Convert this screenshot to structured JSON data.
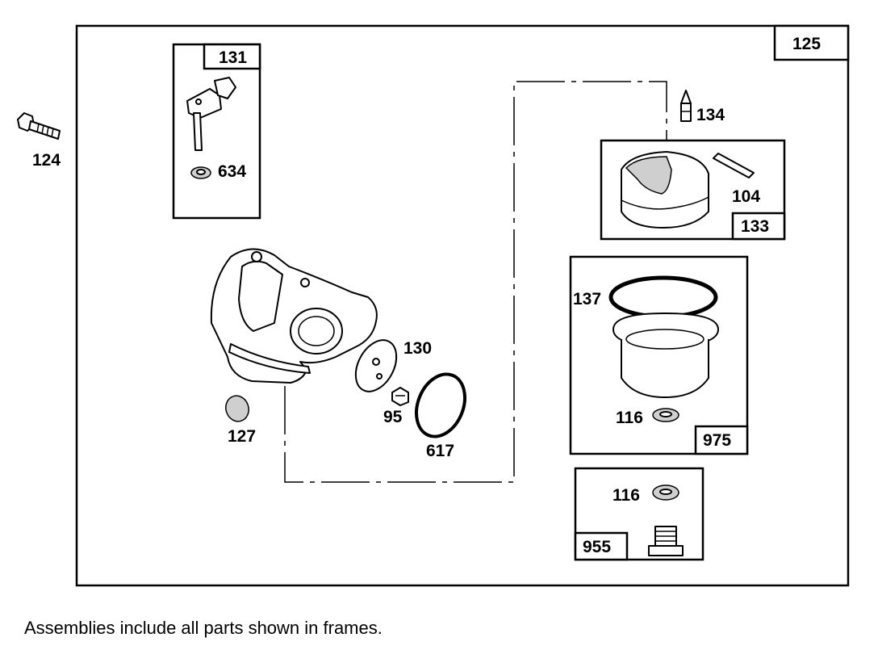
{
  "diagram": {
    "main_frame_label": "125",
    "frames": {
      "f131": "131",
      "f133": "133",
      "f975": "975",
      "f955": "955"
    },
    "callouts": {
      "c124": "124",
      "c634": "634",
      "c134": "134",
      "c104": "104",
      "c137": "137",
      "c116a": "116",
      "c130": "130",
      "c95": "95",
      "c617": "617",
      "c127": "127",
      "c116b": "116"
    }
  },
  "footer": {
    "note": "Assemblies include all parts shown in frames."
  }
}
